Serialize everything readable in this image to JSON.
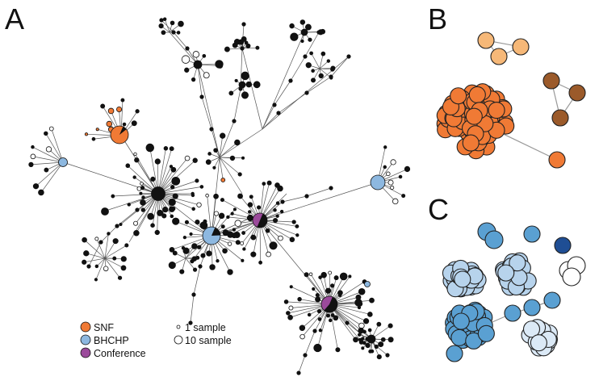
{
  "panels": {
    "a": "A",
    "b": "B",
    "c": "C"
  },
  "legend": {
    "categories": [
      {
        "label": "SNF",
        "color": "#f07a35"
      },
      {
        "label": "BHCHP",
        "color": "#8db8e0"
      },
      {
        "label": "Conference",
        "color": "#9b4a9b"
      }
    ],
    "sizes": [
      {
        "label": "1 sample"
      },
      {
        "label": "10 sample"
      }
    ]
  },
  "colors": {
    "snf": "#f07a35",
    "bhchp": "#8db8e0",
    "conference": "#9b4a9b",
    "black": "#111111",
    "brown": "#9b5a2a",
    "light_orange": "#f6b878",
    "blue_mid": "#5aa0d2",
    "blue_light": "#b7d3ec",
    "blue_dark": "#1f4e94"
  }
}
